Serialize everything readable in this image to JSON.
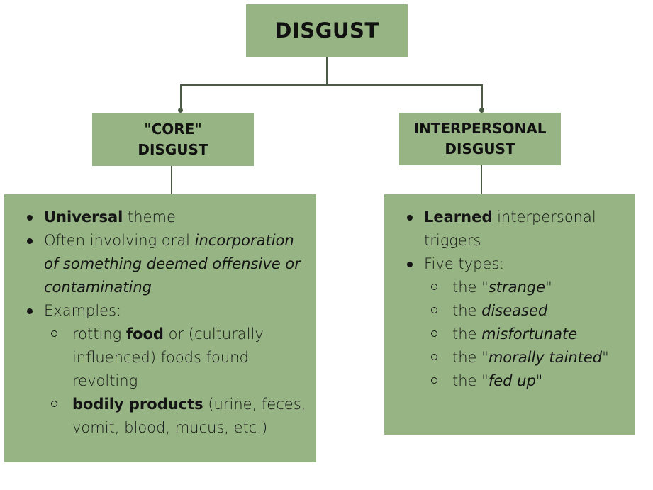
{
  "root": {
    "title": "DISGUST"
  },
  "core": {
    "title_line1": "\"CORE\"",
    "title_line2": "DISGUST",
    "bullet1_bold": "Universal",
    "bullet1_rest": " theme",
    "bullet2_pre": "Often involving oral ",
    "bullet2_italic": "incorporation of something deemed offensive or contaminating",
    "bullet3": "Examples:",
    "sub1_pre": "rotting ",
    "sub1_bold": "food",
    "sub1_rest": " or (culturally influenced) foods found revolting",
    "sub2_bold": "bodily products",
    "sub2_rest": " (urine, feces, vomit, blood, mucus, etc.)"
  },
  "interpersonal": {
    "title_line1": "INTERPERSONAL",
    "title_line2": "DISGUST",
    "bullet1_bold": "Learned",
    "bullet1_rest": " interpersonal triggers",
    "bullet2": "Five types:",
    "types": [
      {
        "pre": "the \"",
        "italic": "strange",
        "post": "\""
      },
      {
        "pre": "the ",
        "italic": "diseased",
        "post": ""
      },
      {
        "pre": "the ",
        "italic": "misfortunate",
        "post": ""
      },
      {
        "pre": "the \"",
        "italic": "morally tainted",
        "post": "\""
      },
      {
        "pre": "the \"",
        "italic": "fed up",
        "post": "\""
      }
    ]
  },
  "colors": {
    "box": "#97b484",
    "connector": "#4a5a44"
  }
}
